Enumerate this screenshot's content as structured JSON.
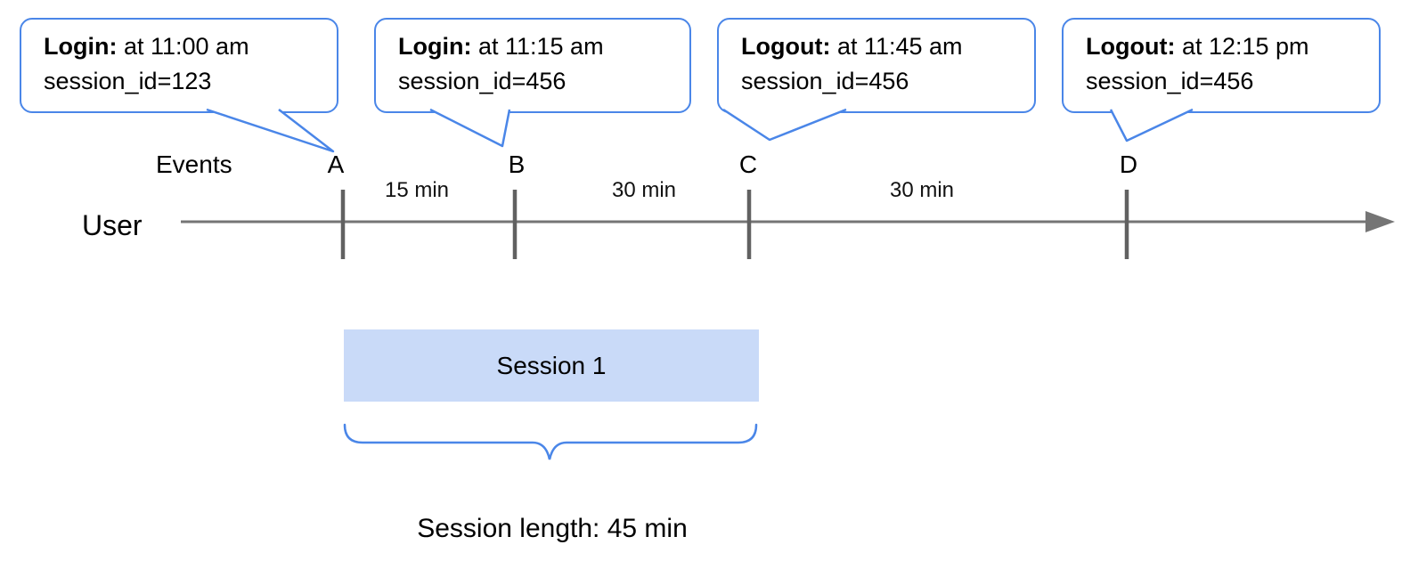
{
  "callouts": [
    {
      "bold": "Login:",
      "rest": " at 11:00 am",
      "line2": "session_id=123",
      "event": "A"
    },
    {
      "bold": "Login:",
      "rest": " at 11:15 am",
      "line2": "session_id=456",
      "event": "B"
    },
    {
      "bold": "Logout:",
      "rest": " at 11:45 am",
      "line2": "session_id=456",
      "event": "C"
    },
    {
      "bold": "Logout:",
      "rest": " at 12:15 pm",
      "line2": "session_id=456",
      "event": "D"
    }
  ],
  "timeline": {
    "events_label": "Events",
    "user_label": "User",
    "markers": [
      "A",
      "B",
      "C",
      "D"
    ],
    "intervals": [
      "15 min",
      "30 min",
      "30 min"
    ]
  },
  "session": {
    "label": "Session 1",
    "length_label": "Session length: 45 min"
  },
  "colors": {
    "accent_blue": "#4a86e8",
    "session_fill": "#c9daf8",
    "axis_gray": "#757575",
    "tick_gray": "#616161",
    "text_black": "#000000"
  }
}
